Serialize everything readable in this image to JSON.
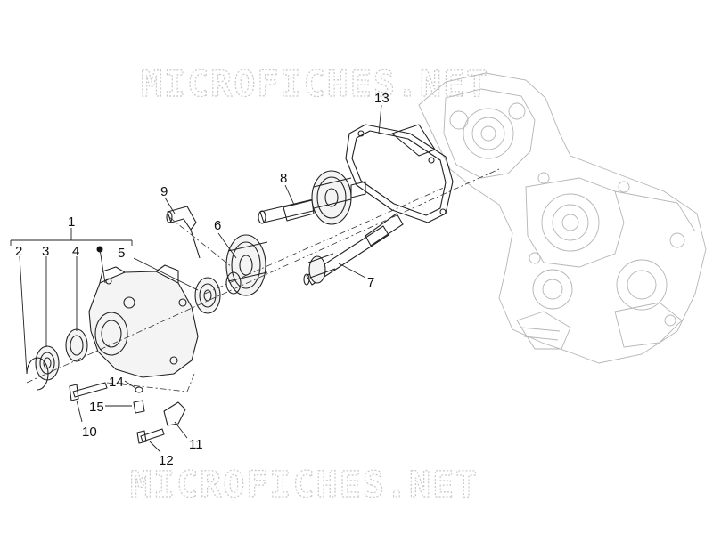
{
  "watermark": {
    "top": "MICROFICHES.NET",
    "bottom": "MICROFICHES.NET"
  },
  "callouts": [
    "1",
    "2",
    "3",
    "4",
    "5",
    "6",
    "7",
    "8",
    "9",
    "10",
    "11",
    "12",
    "13",
    "14",
    "15"
  ]
}
